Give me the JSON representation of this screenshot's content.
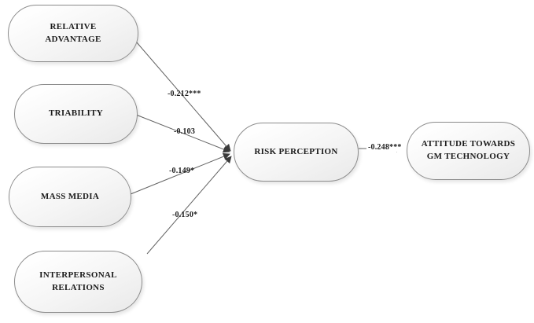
{
  "diagram": {
    "type": "path-model",
    "nodes": [
      {
        "id": "relative-advantage",
        "label": "RELATIVE ADVANTAGE"
      },
      {
        "id": "triability",
        "label": "TRIABILITY"
      },
      {
        "id": "mass-media",
        "label": "MASS MEDIA"
      },
      {
        "id": "interpersonal-relations",
        "label": "INTERPERSONAL RELATIONS"
      },
      {
        "id": "risk-perception",
        "label": "RISK PERCEPTION"
      },
      {
        "id": "attitude-gm-technology",
        "label": "ATTITUDE TOWARDS GM TECHNOLOGY"
      }
    ],
    "edges": [
      {
        "from": "relative-advantage",
        "to": "risk-perception",
        "label": "-0.212***"
      },
      {
        "from": "triability",
        "to": "risk-perception",
        "label": "-0.103"
      },
      {
        "from": "mass-media",
        "to": "risk-perception",
        "label": "-0.149*"
      },
      {
        "from": "interpersonal-relations",
        "to": "risk-perception",
        "label": "-0.150*"
      },
      {
        "from": "risk-perception",
        "to": "attitude-gm-technology",
        "label": "-0.248***"
      }
    ],
    "colors": {
      "node_border": "#8c8c8c",
      "node_fill_top": "#fefefe",
      "node_fill_bottom": "#e9e9e9",
      "line": "#636363",
      "arrowhead": "#3b3b3b",
      "text": "#1a1a1a",
      "background": "#ffffff"
    }
  }
}
